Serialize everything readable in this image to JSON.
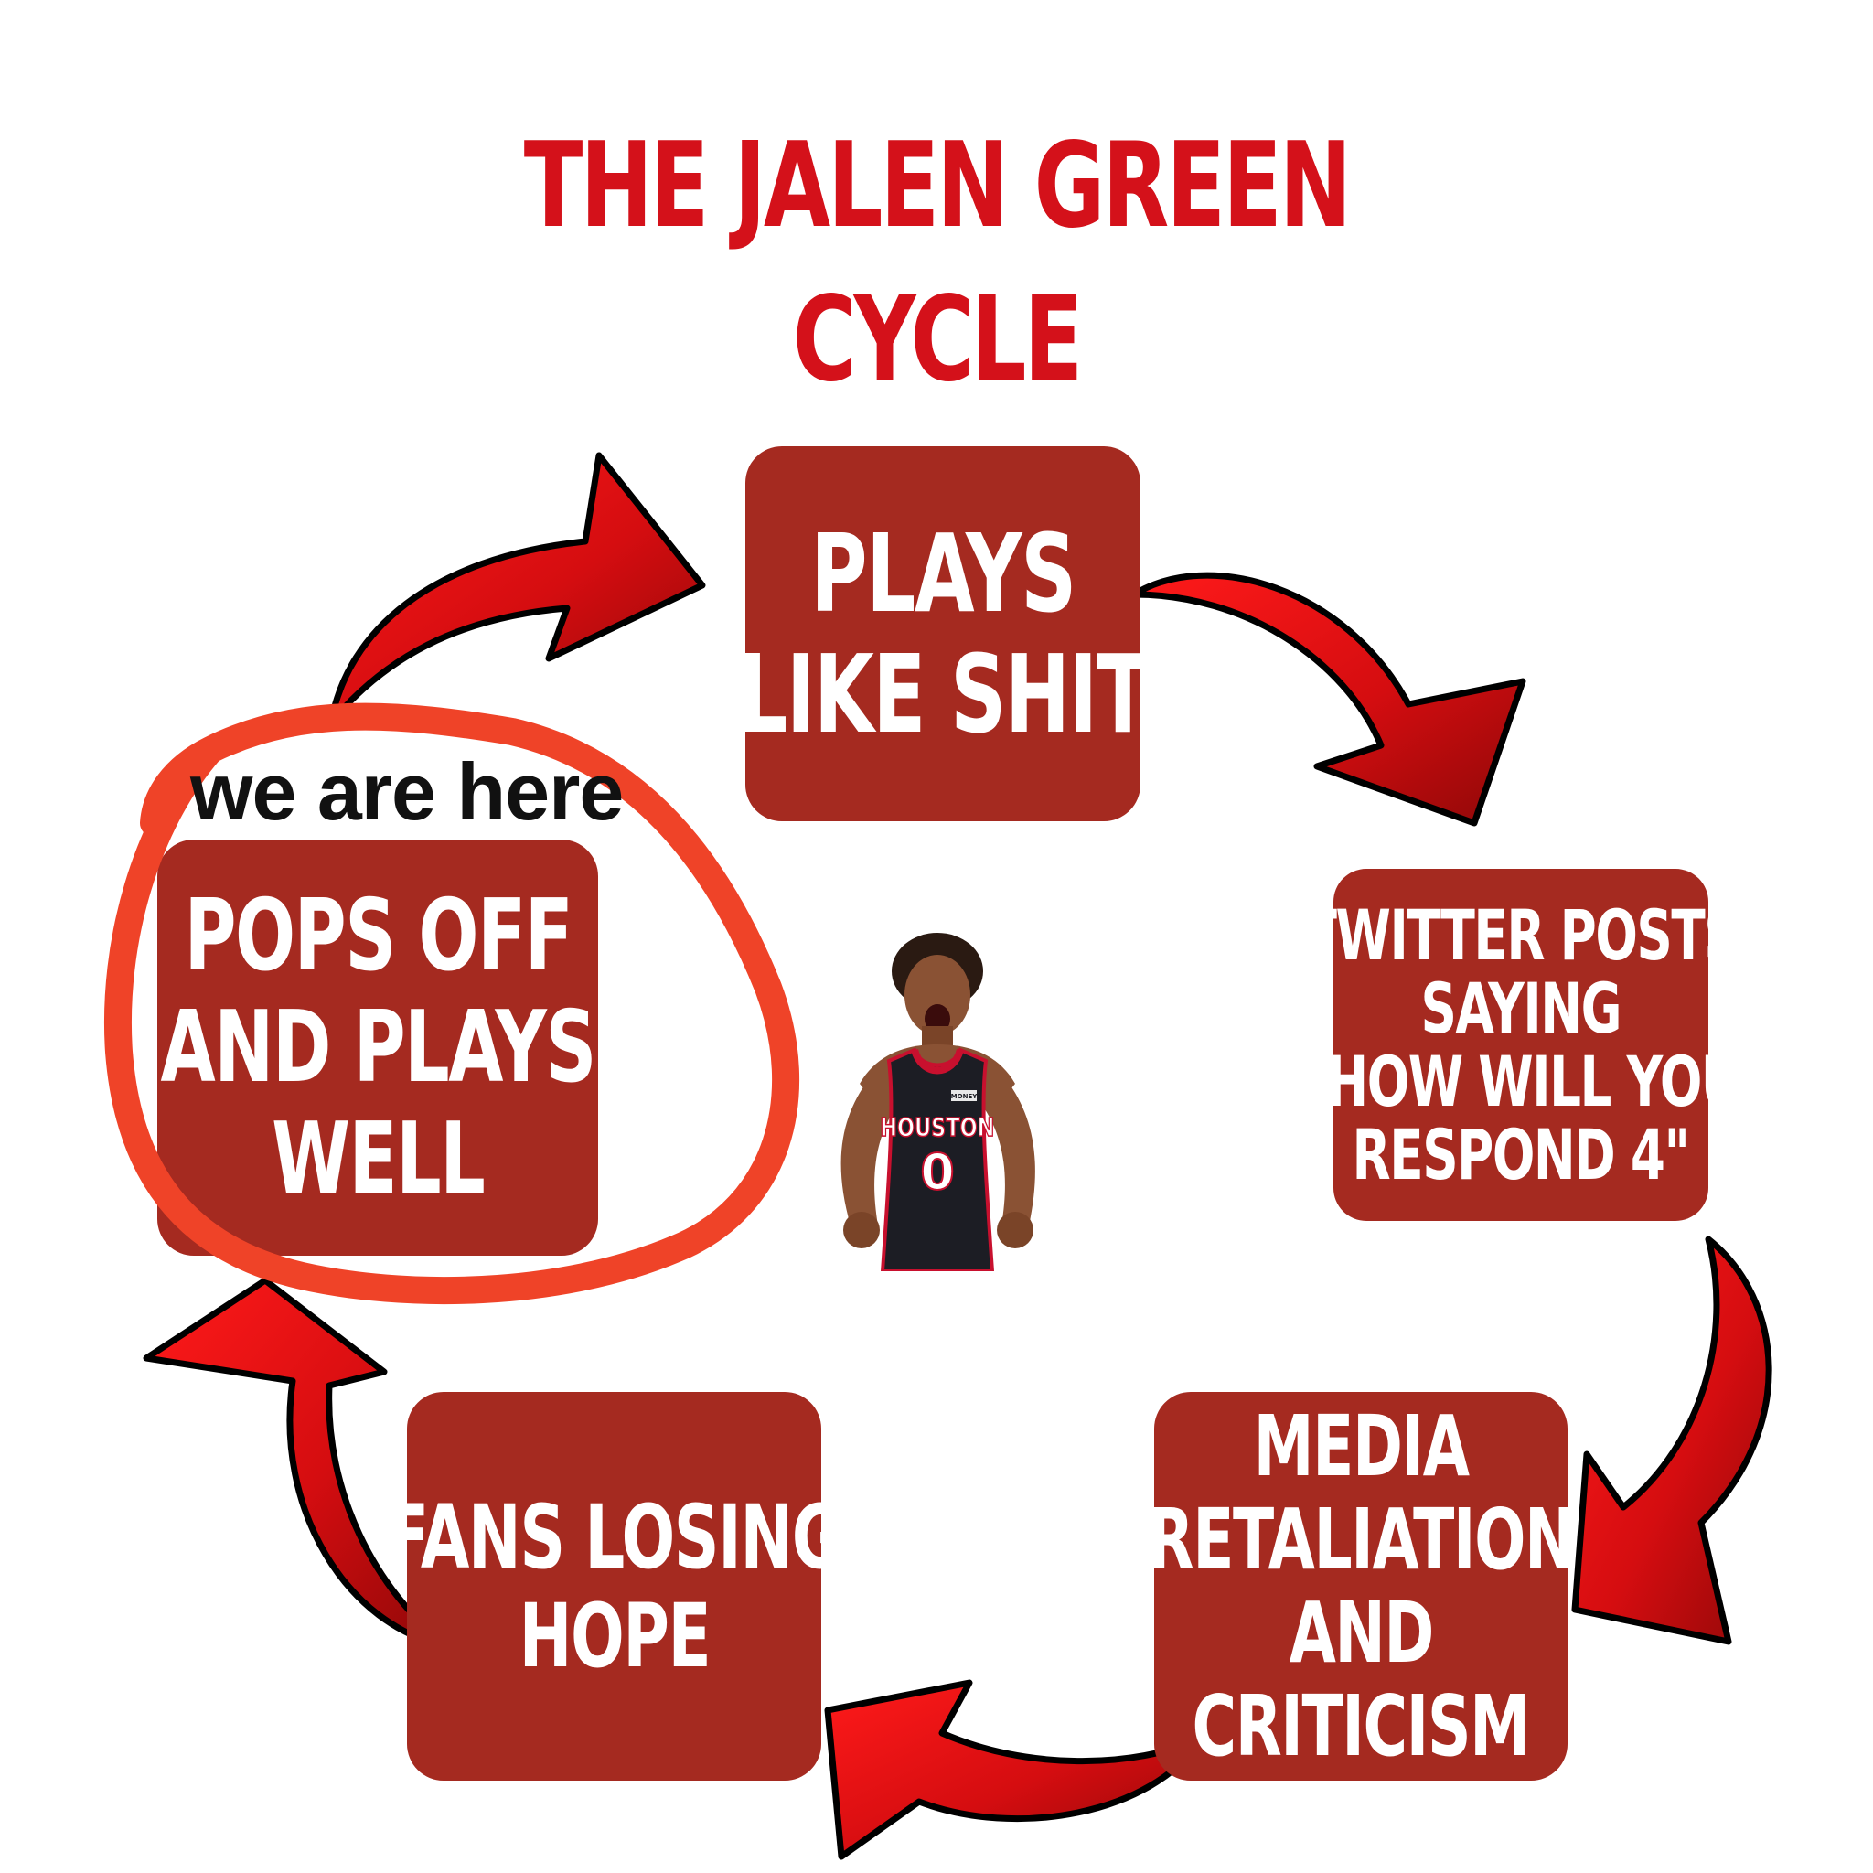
{
  "title": {
    "line1": "THE JALEN GREEN",
    "line2": "CYCLE"
  },
  "colors": {
    "title": "#d4111a",
    "box": "#a52a20",
    "arrow": "#d50d10",
    "arrow_dark": "#9a0a0a",
    "circle": "#ef4328",
    "annotation": "#111111"
  },
  "steps": [
    {
      "id": "plays",
      "lines": [
        "PLAYS",
        "LIKE SHIT"
      ]
    },
    {
      "id": "twitter",
      "lines": [
        "TWITTER POSTS",
        "SAYING",
        "\"HOW WILL YOU",
        "RESPOND 4\""
      ]
    },
    {
      "id": "media",
      "lines": [
        "MEDIA",
        "RETALIATION",
        "AND",
        "CRITICISM"
      ]
    },
    {
      "id": "fans",
      "lines": [
        "FANS LOSING",
        "HOPE"
      ]
    },
    {
      "id": "pops",
      "lines": [
        "POPS OFF",
        "AND PLAYS",
        "WELL"
      ]
    }
  ],
  "annotation": {
    "text": "we are here"
  },
  "player": {
    "jersey_team": "HOUSTON",
    "jersey_number": "0",
    "patch": "MONEY",
    "icon": "basketball-player-photo"
  }
}
